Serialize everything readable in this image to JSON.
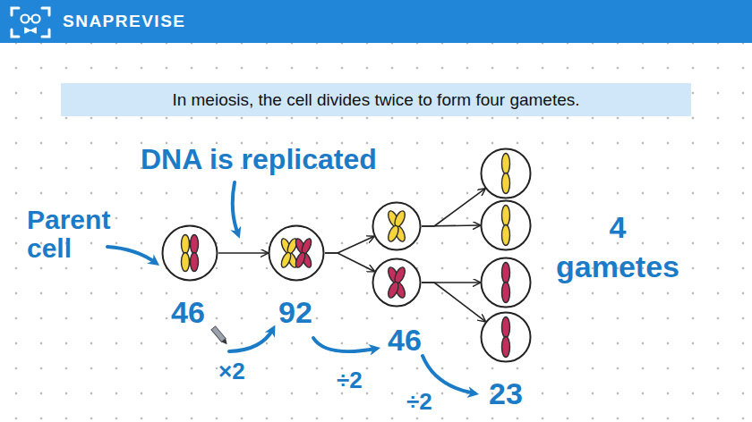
{
  "diagram": {
    "title": "In meiosis, the cell divides twice to form four gametes.",
    "nodes": [
      {
        "text": [
          "46"
        ]
      },
      {
        "text": [
          "92"
        ]
      },
      {
        "text": []
      },
      {
        "text": [
          "46"
        ]
      },
      {
        "text": []
      },
      {
        "text": []
      },
      {
        "text": []
      },
      {
        "text": [
          "23"
        ]
      }
    ],
    "edges": [
      {
        "from": 0,
        "to": 1,
        "arrow": "to"
      },
      {
        "from": 1,
        "to": 2,
        "arrow": "to"
      },
      {
        "from": 1,
        "to": 3,
        "arrow": "to"
      },
      {
        "from": 2,
        "to": 4,
        "arrow": "to"
      },
      {
        "from": 2,
        "to": 5,
        "arrow": "to"
      },
      {
        "from": 3,
        "to": 6,
        "arrow": "to"
      },
      {
        "from": 3,
        "to": 7,
        "arrow": "to"
      }
    ],
    "labels": [
      "SNAPREVISE",
      "DNA is replicated",
      "Parent cell",
      "4 gametes",
      "×2",
      "÷2",
      "÷2"
    ]
  }
}
